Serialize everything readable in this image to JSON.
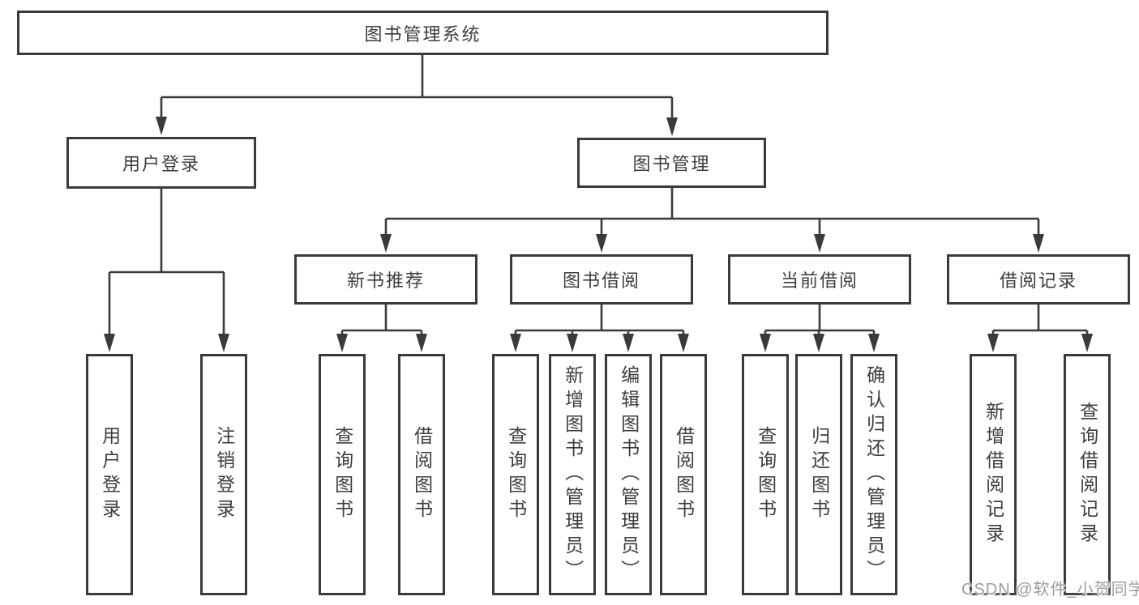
{
  "diagram_type": "tree",
  "tree": {
    "label": "图书管理系统",
    "children": [
      {
        "label": "用户登录",
        "children": [
          {
            "label": "用户登录"
          },
          {
            "label": "注销登录"
          }
        ]
      },
      {
        "label": "图书管理",
        "children": [
          {
            "label": "新书推荐",
            "children": [
              {
                "label": "查询图书"
              },
              {
                "label": "借阅图书"
              }
            ]
          },
          {
            "label": "图书借阅",
            "children": [
              {
                "label": "查询图书"
              },
              {
                "label": "新增图书（管理员）"
              },
              {
                "label": "编辑图书（管理员）"
              },
              {
                "label": "借阅图书"
              }
            ]
          },
          {
            "label": "当前借阅",
            "children": [
              {
                "label": "查询图书"
              },
              {
                "label": "归还图书"
              },
              {
                "label": "确认归还（管理员）"
              }
            ]
          },
          {
            "label": "借阅记录",
            "children": [
              {
                "label": "新增借阅记录"
              },
              {
                "label": "查询借阅记录"
              }
            ]
          }
        ]
      }
    ]
  },
  "watermark": "CSDN @软件_小贺同学",
  "colors": {
    "line": "#3a3a3a",
    "box_border": "#3a3a3a",
    "box_fill": "#ffffff",
    "text": "#3d3d3d",
    "watermark_text": "#9c9c9c",
    "background": "#ffffff"
  }
}
